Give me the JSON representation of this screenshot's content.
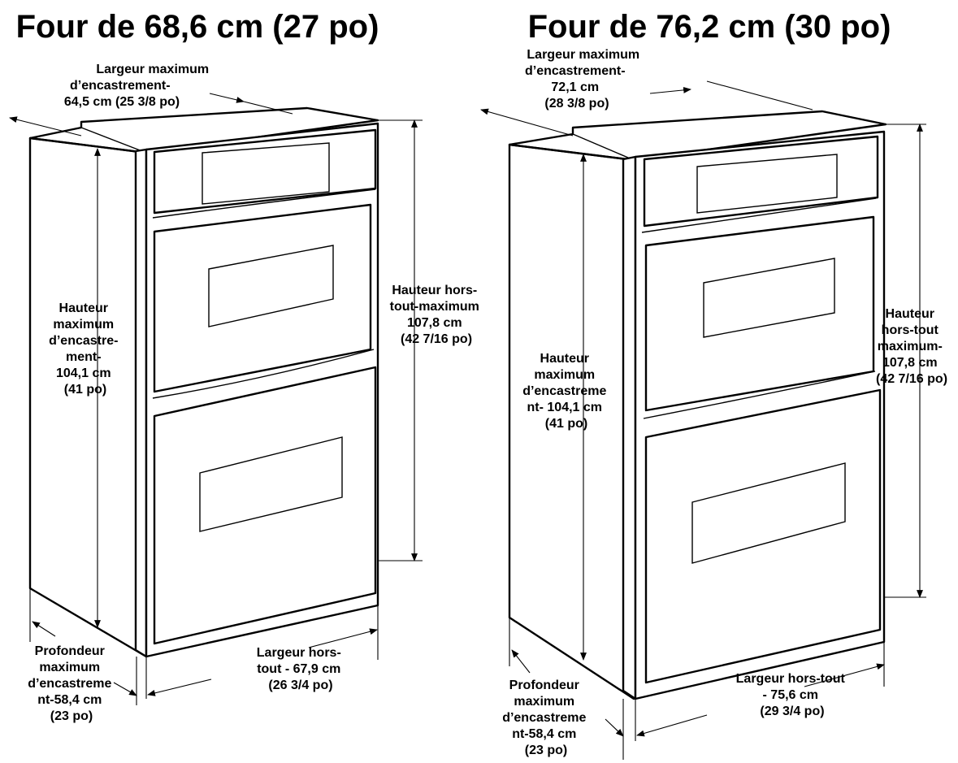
{
  "left": {
    "title": "Four de 68,6 cm (27 po)",
    "cutout_width": [
      "Largeur maximum",
      "d’encastrement-",
      "64,5 cm (25 3/8 po)"
    ],
    "cutout_height": [
      "Hauteur",
      "maximum",
      "d’encastre-",
      "ment-",
      "104,1 cm",
      "(41 po)"
    ],
    "overall_height": [
      "Hauteur hors-",
      "tout-maximum",
      "107,8 cm",
      "(42 7/16 po)"
    ],
    "cutout_depth": [
      "Profondeur",
      "maximum",
      "d’encastreme",
      "nt-58,4 cm",
      "(23 po)"
    ],
    "overall_width": [
      "Largeur hors-",
      "tout - 67,9 cm",
      "(26 3/4 po)"
    ]
  },
  "right": {
    "title": "Four de 76,2 cm (30 po)",
    "cutout_width": [
      "Largeur maximum",
      "d’encastrement-",
      "72,1 cm",
      "(28 3/8 po)"
    ],
    "cutout_height": [
      "Hauteur",
      "maximum",
      "d’encastreme",
      "nt- 104,1 cm",
      "(41 po)"
    ],
    "overall_height": [
      "Hauteur",
      "hors-tout",
      "maximum-",
      "107,8 cm",
      "(42 7/16 po)"
    ],
    "cutout_depth": [
      "Profondeur",
      "maximum",
      "d’encastreme",
      "nt-58,4 cm",
      "(23 po)"
    ],
    "overall_width": [
      "Largeur hors-tout",
      "- 75,6 cm",
      "(29 3/4 po)"
    ]
  }
}
